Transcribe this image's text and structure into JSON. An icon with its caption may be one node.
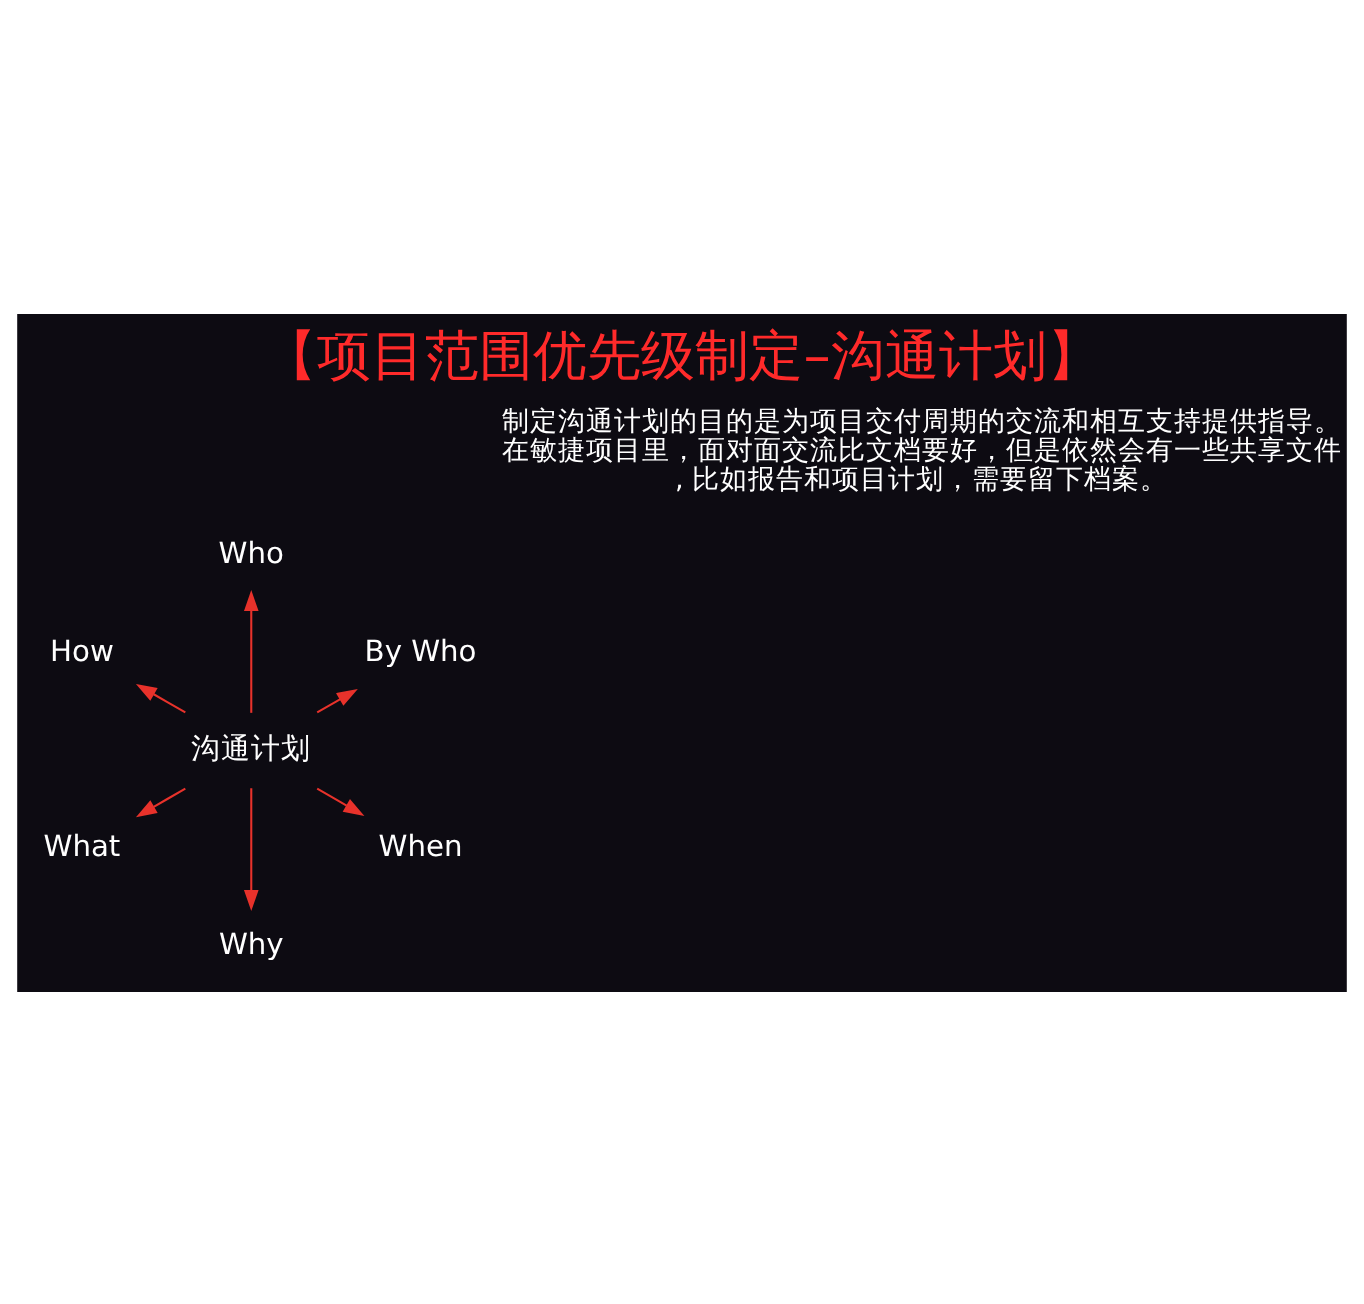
{
  "diagram": {
    "title": "【项目范围优先级制定–沟通计划】",
    "caption": "制定沟通计划的目的是为项目交付周期的交流和相互支持提供指导。在敏捷项目里，面对面交流比文档要好，但是依然会有一些共享文件, 比如报告和项目计划，需要留下档案。",
    "nodes": [
      {
        "text": [
          "沟通计划"
        ]
      },
      {
        "text": [
          "By Who"
        ]
      },
      {
        "text": [
          "Who"
        ]
      },
      {
        "text": [
          "How"
        ]
      },
      {
        "text": [
          "What"
        ]
      },
      {
        "text": [
          "Why"
        ]
      },
      {
        "text": [
          "When"
        ]
      }
    ],
    "edges": [
      {
        "from": 0,
        "to": 1,
        "arrow": "to"
      },
      {
        "from": 0,
        "to": 2,
        "arrow": "to"
      },
      {
        "from": 0,
        "to": 3,
        "arrow": "to"
      },
      {
        "from": 0,
        "to": 4,
        "arrow": "to"
      },
      {
        "from": 0,
        "to": 5,
        "arrow": "to"
      },
      {
        "from": 0,
        "to": 6,
        "arrow": "to"
      }
    ]
  }
}
